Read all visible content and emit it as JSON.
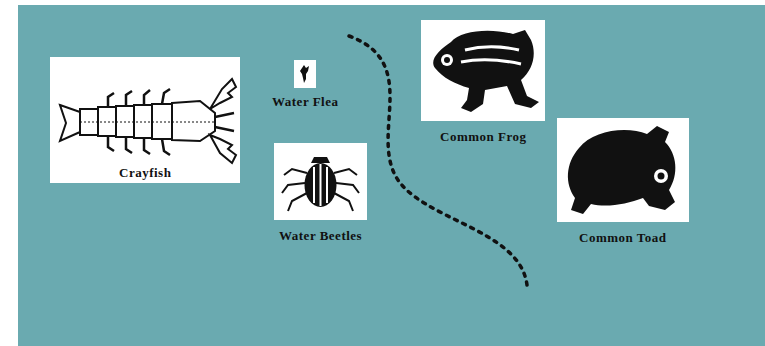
{
  "diagram": {
    "nodes": [
      {
        "text": [
          "Crayfish"
        ]
      },
      {
        "text": [
          "Water Flea"
        ]
      },
      {
        "text": [
          "Water Beetles"
        ]
      },
      {
        "text": [
          "Common Frog"
        ]
      },
      {
        "text": [
          "Common Toad"
        ]
      }
    ]
  }
}
